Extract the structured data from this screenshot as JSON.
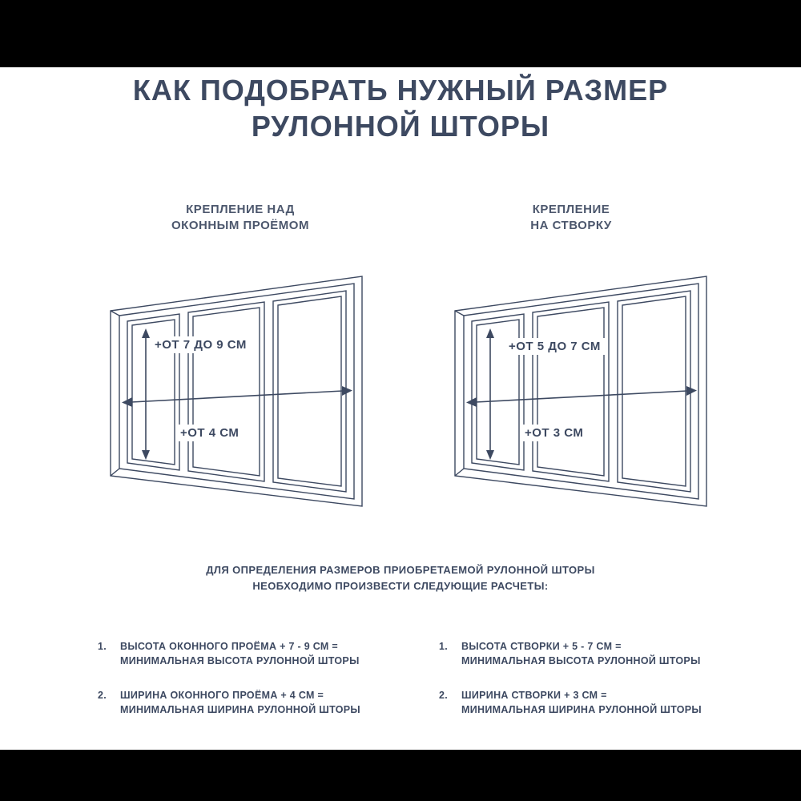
{
  "page": {
    "title_line1": "КАК ПОДОБРАТЬ НУЖНЫЙ РАЗМЕР",
    "title_line2": "РУЛОННОЙ ШТОРЫ"
  },
  "colors": {
    "ink": "#3d4961",
    "background": "#ffffff",
    "canvas_background": "#000000"
  },
  "diagrams": [
    {
      "heading_line1": "КРЕПЛЕНИЕ НАД",
      "heading_line2": "ОКОННЫМ ПРОЁМОМ",
      "height_label": "+ОТ 7 ДО 9 СМ",
      "width_label": "+ОТ 4 СМ"
    },
    {
      "heading_line1": "КРЕПЛЕНИЕ",
      "heading_line2": "НА СТВОРКУ",
      "height_label": "+ОТ 5 ДО 7 СМ",
      "width_label": "+ОТ 3 СМ"
    }
  ],
  "instructions": {
    "intro_line1": "ДЛЯ ОПРЕДЕЛЕНИЯ РАЗМЕРОВ ПРИОБРЕТАЕМОЙ РУЛОННОЙ ШТОРЫ",
    "intro_line2": "НЕОБХОДИМО ПРОИЗВЕСТИ СЛЕДУЮЩИЕ РАСЧЕТЫ:",
    "left_items": [
      {
        "num": "1.",
        "line1": "ВЫСОТА ОКОННОГО ПРОЁМА + 7 - 9 СМ =",
        "line2": "МИНИМАЛЬНАЯ ВЫСОТА РУЛОННОЙ ШТОРЫ"
      },
      {
        "num": "2.",
        "line1": "ШИРИНА ОКОННОГО ПРОЁМА + 4 СМ =",
        "line2": "МИНИМАЛЬНАЯ ШИРИНА РУЛОННОЙ ШТОРЫ"
      }
    ],
    "right_items": [
      {
        "num": "1.",
        "line1": "ВЫСОТА СТВОРКИ + 5 - 7 СМ =",
        "line2": "МИНИМАЛЬНАЯ ВЫСОТА РУЛОННОЙ ШТОРЫ"
      },
      {
        "num": "2.",
        "line1": "ШИРИНА СТВОРКИ + 3 СМ =",
        "line2": "МИНИМАЛЬНАЯ ШИРИНА РУЛОННОЙ ШТОРЫ"
      }
    ]
  }
}
